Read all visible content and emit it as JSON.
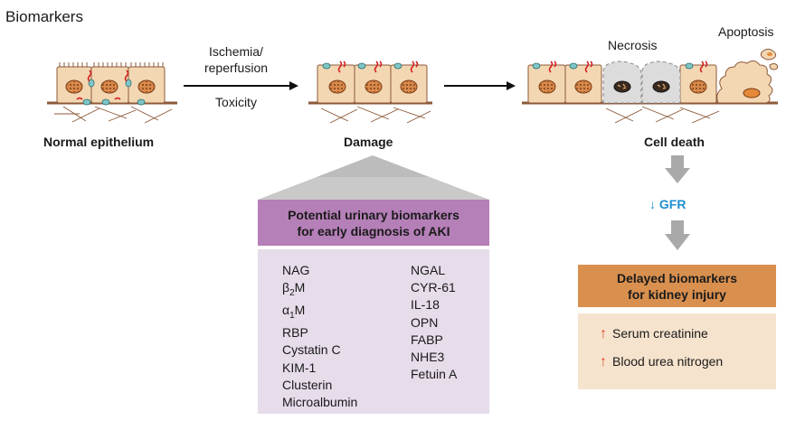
{
  "title": "Biomarkers",
  "stages": {
    "normal": "Normal epithelium",
    "damage": "Damage",
    "death": "Cell death"
  },
  "labels": {
    "ischemia": "Ischemia/",
    "reperfusion": "reperfusion",
    "toxicity": "Toxicity",
    "necrosis": "Necrosis",
    "apoptosis": "Apoptosis",
    "gfr": "GFR"
  },
  "potential_box": {
    "title_line1": "Potential urinary biomarkers",
    "title_line2": "for early diagnosis of AKI",
    "left_col": [
      "NAG",
      "β2M",
      "α1M",
      "RBP",
      "Cystatin C",
      "KIM-1",
      "Clusterin",
      "Microalbumin"
    ],
    "right_col": [
      "NGAL",
      "CYR-61",
      "IL-18",
      "OPN",
      "FABP",
      "NHE3",
      "Fetuin A"
    ]
  },
  "delayed_box": {
    "title_line1": "Delayed biomarkers",
    "title_line2": "for kidney injury",
    "items": [
      "Serum creatinine",
      "Blood urea nitrogen"
    ]
  },
  "colors": {
    "cell_fill": "#f3d7b3",
    "nucleus": "#d9894a",
    "membrane": "#8c5a3a",
    "purple_head": "#b57fb8",
    "purple_body": "#e6dcea",
    "orange_head": "#d9904f",
    "orange_body": "#f6e3cd",
    "junction_red": "#d42020",
    "channel_teal": "#7fc6c8",
    "arrow_gray": "#a9a9a9",
    "gfr_blue": "#1e8fd0"
  }
}
